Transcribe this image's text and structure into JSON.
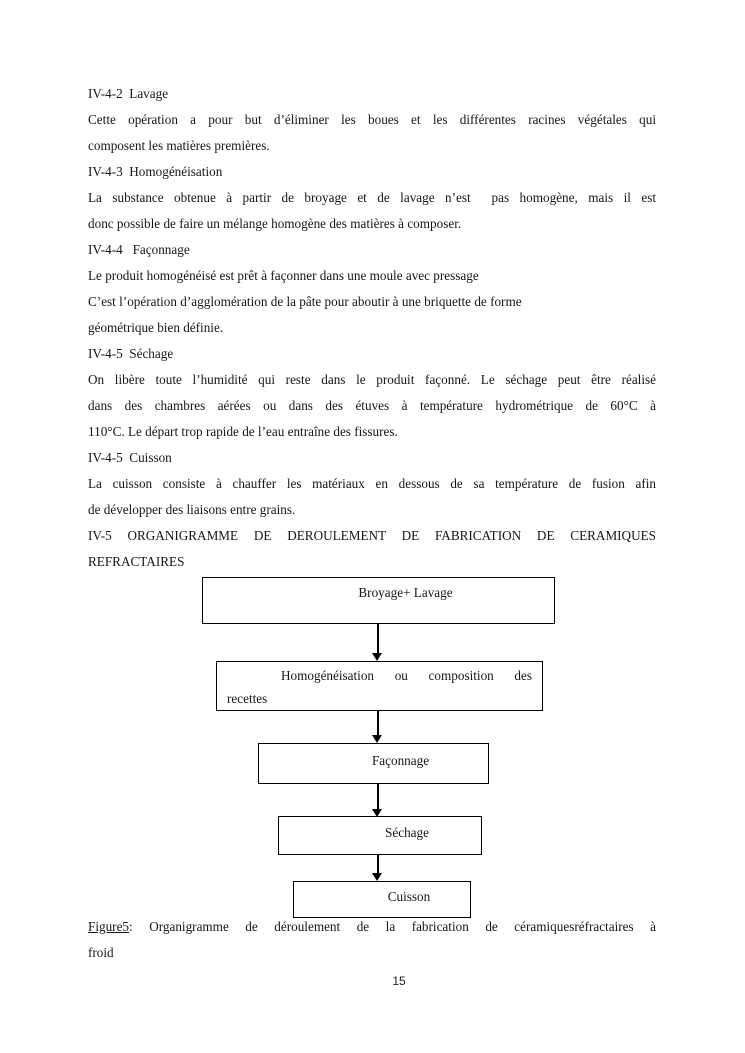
{
  "page": {
    "number": "15"
  },
  "colors": {
    "background": "#ffffff",
    "text": "#161616",
    "box_border": "#000000",
    "arrow": "#000000"
  },
  "body": {
    "lines": [
      {
        "text": "IV-4-2  Lavage",
        "justify": false
      },
      {
        "text": "Cette opération a pour but d’éliminer les boues et les différentes racines végétales qui",
        "justify": true
      },
      {
        "text": "composent les matières premières.",
        "justify": false
      },
      {
        "text": "IV-4-3  Homogénéisation",
        "justify": false
      },
      {
        "text": "La substance obtenue à partir de broyage et de lavage n’est  pas homogène, mais il est",
        "justify": true
      },
      {
        "text": "donc possible de faire un mélange homogène des matières à composer.",
        "justify": false
      },
      {
        "text": "IV-4-4   Façonnage",
        "justify": false
      },
      {
        "text": "Le produit homogénéisé est prêt à façonner dans une moule avec pressage",
        "justify": false
      },
      {
        "text": "C’est l’opération d’agglomération de la pâte pour aboutir à une briquette de forme",
        "justify": false
      },
      {
        "text": "géométrique bien définie.",
        "justify": false
      },
      {
        "text": "IV-4-5  Séchage",
        "justify": false
      },
      {
        "text": "On libère toute l’humidité qui reste dans le produit façonné. Le séchage peut être réalisé",
        "justify": true
      },
      {
        "text": "dans des chambres aérées ou dans des étuves à température hydrométrique de 60°C à",
        "justify": true
      },
      {
        "text": "110°C. Le départ trop rapide de l’eau entraîne des fissures.",
        "justify": false
      },
      {
        "text": "IV-4-5  Cuisson",
        "justify": false
      },
      {
        "text": "La cuisson consiste à chauffer les matériaux en dessous de sa température de fusion afin",
        "justify": true
      },
      {
        "text": "de développer des liaisons entre grains.",
        "justify": false
      },
      {
        "text": "IV-5 ORGANIGRAMME DE DEROULEMENT DE FABRICATION DE CERAMIQUES",
        "justify": true
      },
      {
        "text": "REFRACTAIRES",
        "justify": false
      }
    ]
  },
  "flowchart": {
    "steps": [
      {
        "lines": [
          "Broyage+ Lavage"
        ]
      },
      {
        "lines": [
          "Homogénéisation ou composition des",
          "recettes"
        ]
      },
      {
        "lines": [
          "Façonnage"
        ]
      },
      {
        "lines": [
          "Séchage"
        ]
      },
      {
        "lines": [
          "Cuisson"
        ]
      }
    ]
  },
  "figure": {
    "label": "Figure5",
    "caption_line1_rest": ": Organigramme de déroulement de la fabrication de céramiquesréfractaires à",
    "caption_line2": "froid"
  }
}
